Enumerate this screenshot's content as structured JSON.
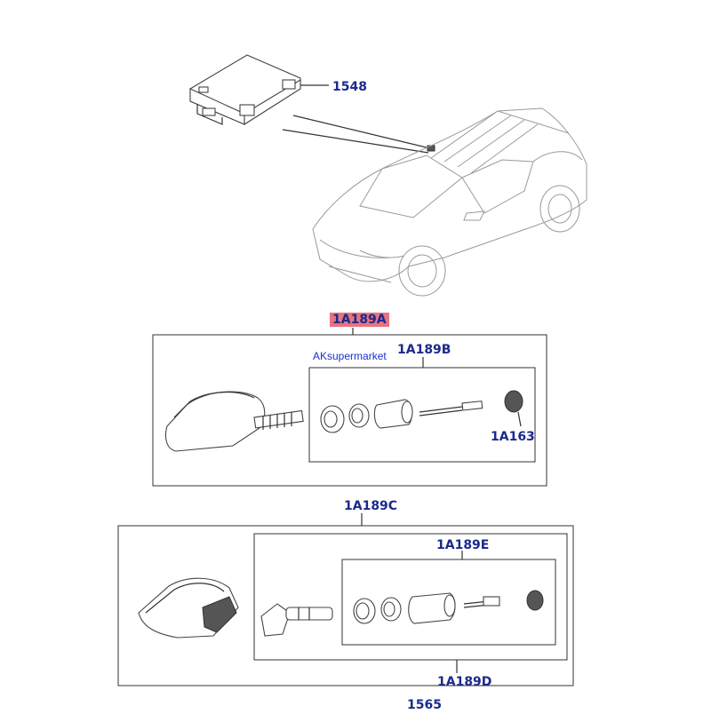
{
  "callouts": {
    "module": "1548",
    "kit_a": "1A189A",
    "kit_b": "1A189B",
    "cap": "1A163",
    "kit_c": "1A189C",
    "kit_e": "1A189E",
    "kit_d": "1A189D",
    "bottom": "1565"
  },
  "watermark": "AKsupermarket",
  "colors": {
    "callout_text": "#1a2a8c",
    "highlight": "#e8727e",
    "watermark": "#1a2fd0"
  }
}
